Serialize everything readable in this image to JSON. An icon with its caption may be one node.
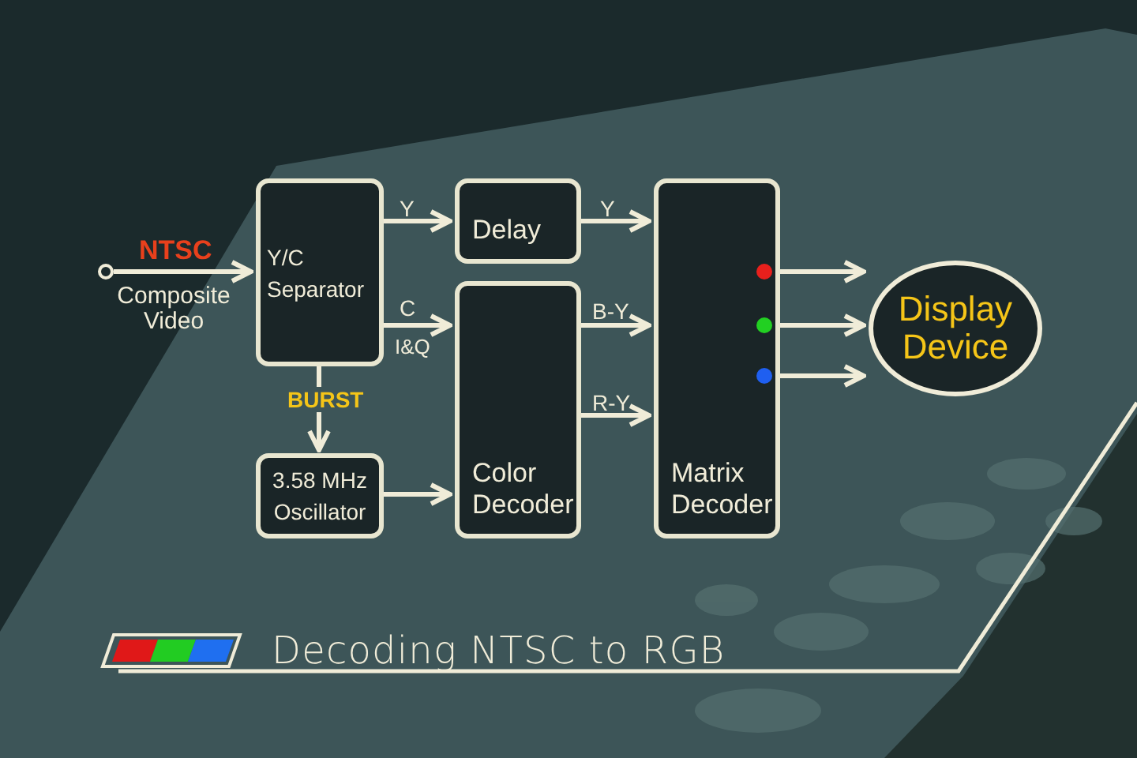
{
  "diagram": {
    "title": "Decoding NTSC to RGB",
    "nodes": [
      {
        "text": [],
        "shape": "circle",
        "beside": [
          "NTSC",
          "Composite Video"
        ]
      },
      {
        "text": [
          "Y/C Separator"
        ]
      },
      {
        "text": [
          "Delay"
        ]
      },
      {
        "text": [
          "3.58 MHz Oscillator"
        ]
      },
      {
        "text": [
          "Color Decoder"
        ]
      },
      {
        "text": [
          "Matrix Decoder"
        ]
      },
      {
        "text": [
          "Display Device"
        ]
      }
    ],
    "edges": [
      {
        "from": 0,
        "to": 1,
        "arrow": "to"
      },
      {
        "from": 1,
        "to": 2,
        "arrow": "to",
        "label": "Y"
      },
      {
        "from": 1,
        "to": 4,
        "arrow": "to",
        "label": "C"
      },
      {
        "from": 1,
        "to": 3,
        "arrow": "to",
        "label": "BURST"
      },
      {
        "from": 3,
        "to": 4,
        "arrow": "to"
      },
      {
        "from": 2,
        "to": 5,
        "arrow": "to",
        "label": "Y"
      },
      {
        "from": 4,
        "to": 5,
        "arrow": "to",
        "label": "B-Y"
      },
      {
        "from": 4,
        "to": 5,
        "arrow": "to",
        "label": "R-Y"
      },
      {
        "from": 5,
        "to": 6,
        "arrow": "to"
      },
      {
        "from": 5,
        "to": 6,
        "arrow": "to"
      },
      {
        "from": 5,
        "to": 6,
        "arrow": "to"
      }
    ],
    "labels": [
      "I&Q"
    ]
  }
}
